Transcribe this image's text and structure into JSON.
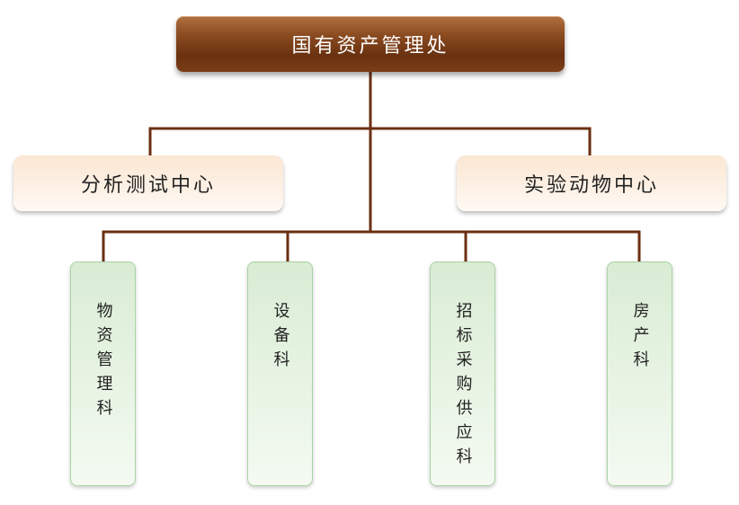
{
  "chart": {
    "root": {
      "label": "国有资产管理处"
    },
    "centers": [
      {
        "label": "分析测试中心"
      },
      {
        "label": "实验动物中心"
      }
    ],
    "sections": [
      {
        "label": "物资管理科"
      },
      {
        "label": "设备科"
      },
      {
        "label": "招标采购供应科"
      },
      {
        "label": "房产科"
      }
    ],
    "colors": {
      "connector": "#6b2f12",
      "root_fill": "#7a3d16",
      "center_fill": "#fbe7d3",
      "section_fill": "#e0f0dc",
      "section_border": "#a9d3a4"
    }
  }
}
